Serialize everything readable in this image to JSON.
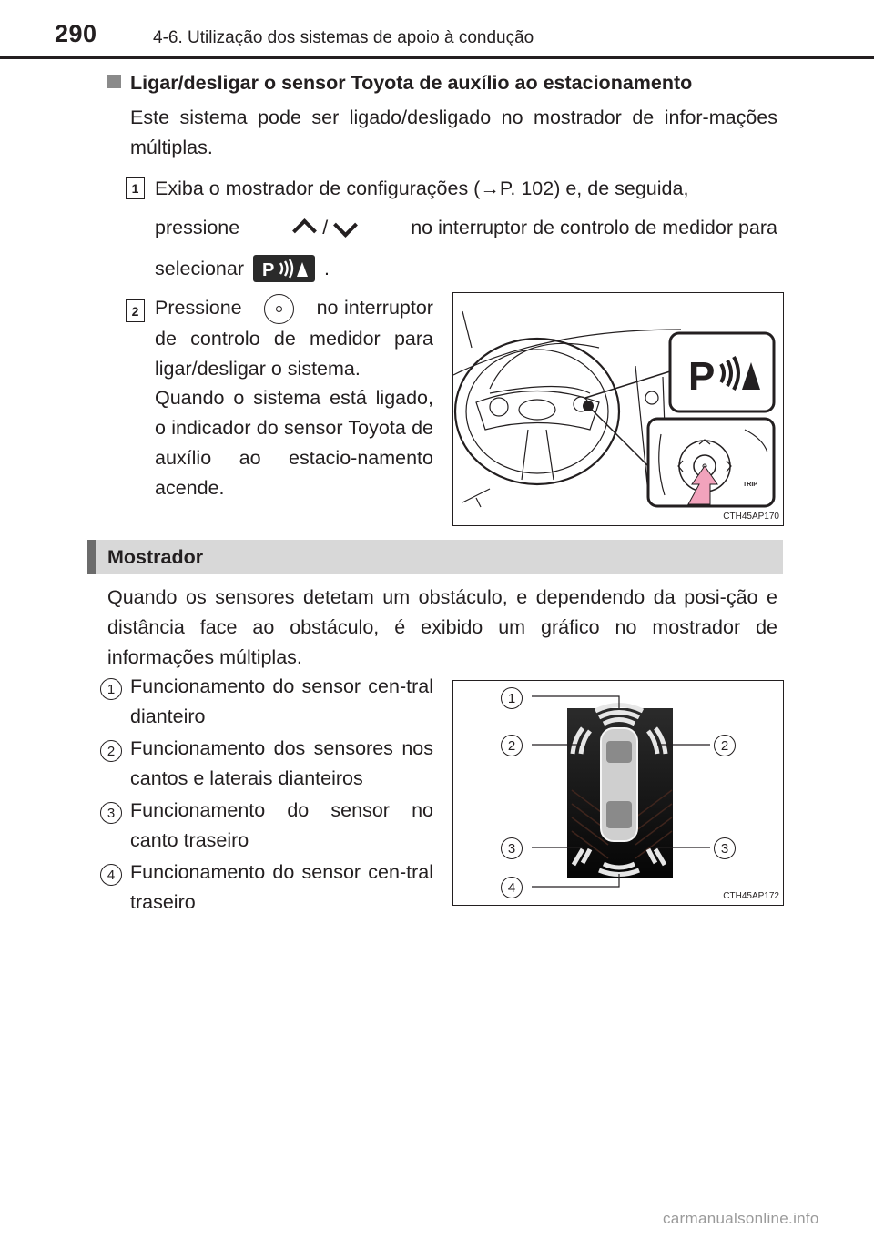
{
  "header": {
    "page_number": "290",
    "section": "4-6. Utilização dos sistemas de apoio à condução"
  },
  "section": {
    "title": "Ligar/desligar o sensor Toyota de auxílio ao estacionamento",
    "intro": "Este sistema pode ser ligado/desligado no mostrador de infor-mações múltiplas."
  },
  "steps": [
    {
      "number": "1",
      "text_a": "Exiba o mostrador de configurações (→P. 102) e, de seguida,",
      "text_b1": "pressione",
      "text_b_sep": "/",
      "text_b2": "no interruptor de controlo de medidor para",
      "text_c1": "selecionar",
      "text_c2": ".",
      "icons": [
        "chevron-up-icon",
        "chevron-down-icon",
        "parking-sensor-icon"
      ]
    },
    {
      "number": "2",
      "text_a1": "Pressione",
      "text_a2": "no interruptor de controlo de medidor para ligar/desligar o sistema.",
      "text_b": "Quando o sistema está ligado, o indicador do sensor Toyota de auxílio ao estacio-namento acende.",
      "icons": [
        "ok-button-icon"
      ]
    }
  ],
  "figure1": {
    "caption": "CTH45AP170",
    "display_letter": "P",
    "switch_label": "TRIP"
  },
  "mostrador": {
    "title": "Mostrador",
    "intro": "Quando os sensores detetam um obstáculo, e dependendo da posi-ção e distância face ao obstáculo, é exibido um gráfico no mostrador de informações múltiplas.",
    "items": [
      {
        "number": "1",
        "text": "Funcionamento do sensor cen-tral dianteiro"
      },
      {
        "number": "2",
        "text": "Funcionamento dos sensores nos cantos e laterais dianteiros"
      },
      {
        "number": "3",
        "text": "Funcionamento do sensor no canto traseiro"
      },
      {
        "number": "4",
        "text": "Funcionamento do sensor cen-tral traseiro"
      }
    ]
  },
  "figure2": {
    "caption": "CTH45AP172",
    "callouts": [
      "1",
      "2",
      "2",
      "3",
      "3",
      "4"
    ]
  },
  "watermark": "carmanualsonline.info",
  "colors": {
    "text": "#231f20",
    "band": "#d8d8d8",
    "band_accent": "#6b6b6b",
    "pink": "#f2a3bc"
  }
}
